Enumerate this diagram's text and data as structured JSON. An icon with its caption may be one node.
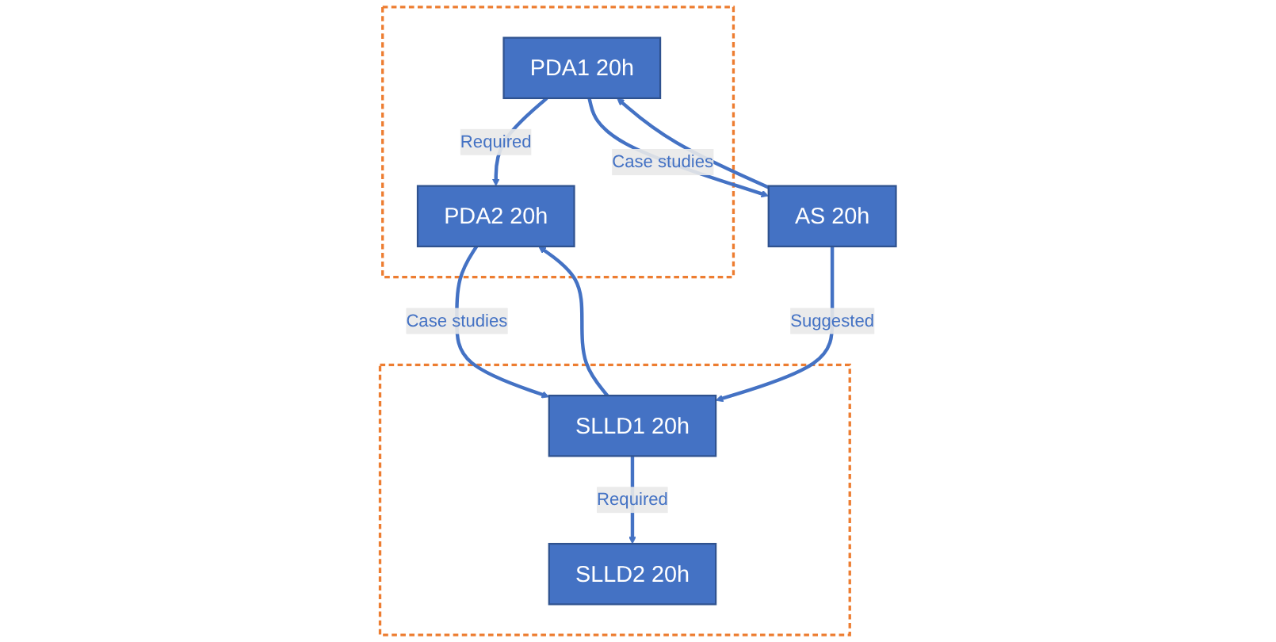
{
  "diagram": {
    "nodes": [
      {
        "text": [],
        "shape": "box"
      },
      {
        "text": [
          "PDA1 20h"
        ],
        "in": 0
      },
      {
        "text": [
          "PDA2 20h"
        ],
        "in": 0
      },
      {
        "text": [
          "AS 20h"
        ]
      },
      {
        "text": [],
        "shape": "box"
      },
      {
        "text": [
          "SLLD1 20h"
        ],
        "in": 4
      },
      {
        "text": [
          "SLLD2 20h"
        ],
        "in": 4
      }
    ],
    "edges": [
      {
        "from": 1,
        "to": 2,
        "arrow": "to",
        "label": "Required"
      },
      {
        "from": 1,
        "to": 3,
        "arrow": "to",
        "label": "Case studies"
      },
      {
        "from": 3,
        "to": 1,
        "arrow": "to"
      },
      {
        "from": 2,
        "to": 5,
        "arrow": "to",
        "label": "Case studies"
      },
      {
        "from": 5,
        "to": 2,
        "arrow": "to"
      },
      {
        "from": 3,
        "to": 5,
        "arrow": "to",
        "label": "Suggested"
      },
      {
        "from": 5,
        "to": 6,
        "arrow": "to",
        "label": "Required"
      }
    ]
  }
}
